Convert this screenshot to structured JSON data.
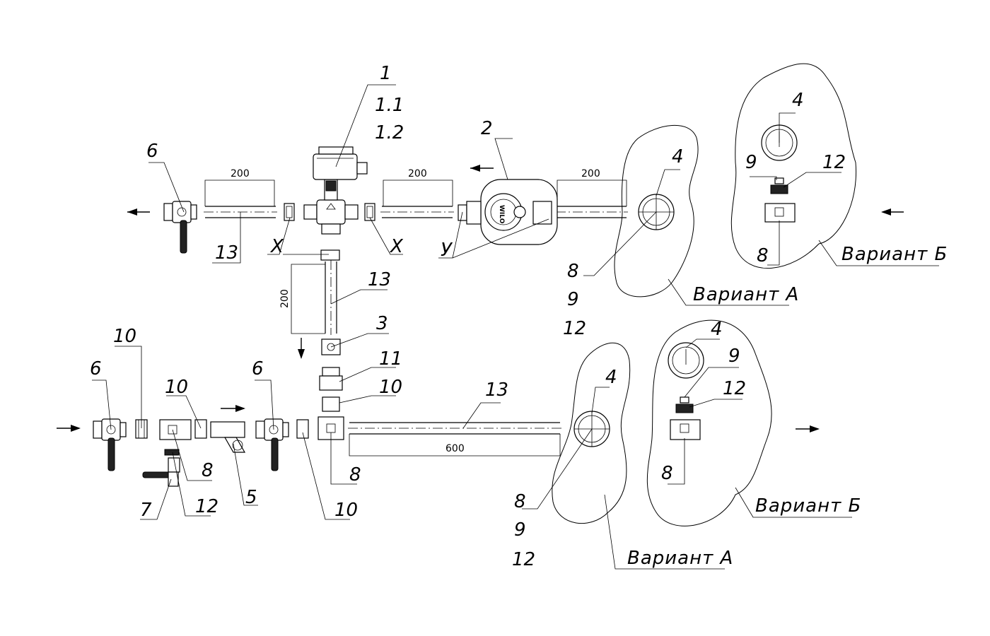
{
  "labels": {
    "l1": "1",
    "l1_1": "1.1",
    "l1_2": "1.2",
    "l2": "2",
    "l3": "3",
    "l4a": "4",
    "l4b": "4",
    "l4c": "4",
    "l4d": "4",
    "l5": "5",
    "l6a": "6",
    "l6b": "6",
    "l7": "7",
    "l8a": "8",
    "l8b": "8",
    "l8c": "8",
    "l8d": "8",
    "l8e": "8",
    "l8f": "8",
    "l9a": "9",
    "l9b": "9",
    "l9c": "9",
    "l9d": "9",
    "l10a": "10",
    "l10b": "10",
    "l10c": "10",
    "l10d": "10",
    "l11": "11",
    "l12a": "12",
    "l12b": "12",
    "l12c": "12",
    "l12d": "12",
    "l12e": "12",
    "l13a": "13",
    "l13b": "13",
    "l13c": "13",
    "x1": "X",
    "x2": "X",
    "u": "У"
  },
  "variants": {
    "a_top": "Вариант А",
    "b_top": "Вариант Б",
    "a_bottom": "Вариант А",
    "b_bottom": "Вариант Б"
  },
  "dimensions": {
    "d1": "200",
    "d2": "200",
    "d3": "200",
    "d4": "200",
    "d5": "600"
  },
  "pump_text": "WILO"
}
